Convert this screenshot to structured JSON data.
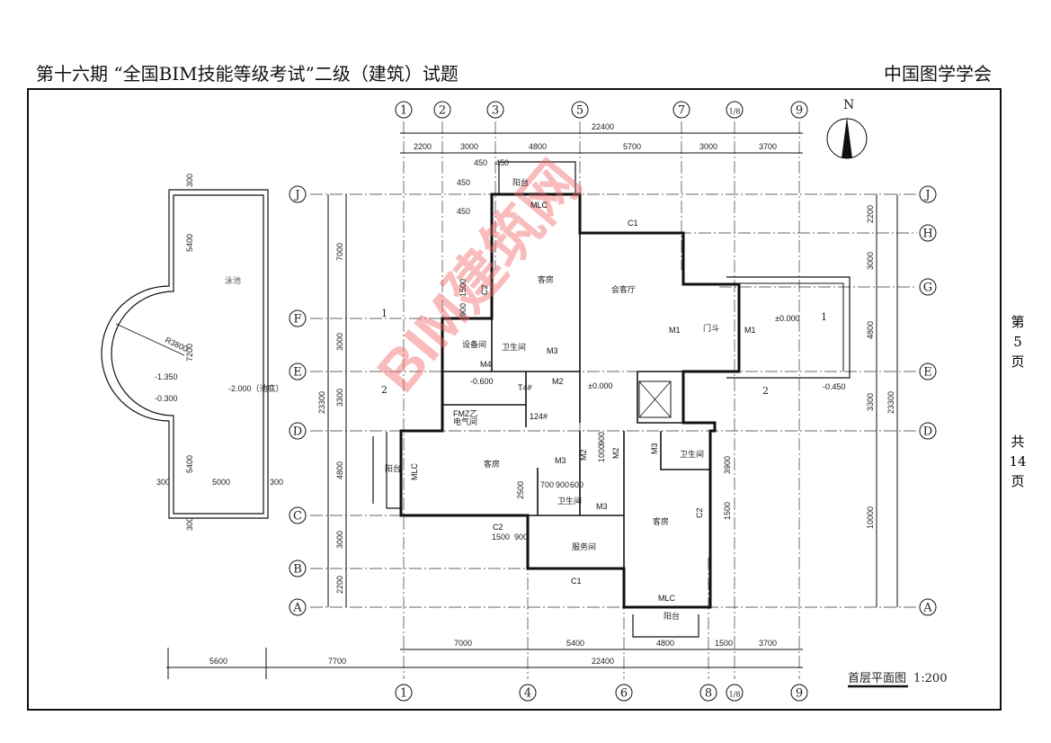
{
  "header": {
    "title": "第十六期 “全国BIM技能等级考试”二级（建筑）试题",
    "organization": "中国图学学会"
  },
  "page_info": {
    "page_char": "第",
    "page_num": "5",
    "page_unit": "页",
    "total_char": "共",
    "total_num": "14",
    "total_unit": "页"
  },
  "watermark": "BIM建筑网",
  "north": "N",
  "axes": {
    "top": [
      "1",
      "2",
      "3",
      "5",
      "7",
      "1/8",
      "9"
    ],
    "bottom": [
      "1",
      "4",
      "6",
      "8",
      "1/8",
      "9"
    ],
    "left": [
      "J",
      "F",
      "E",
      "D",
      "C",
      "B",
      "A"
    ],
    "right": [
      "J",
      "H",
      "G",
      "E",
      "D",
      "A"
    ]
  },
  "dimensions": {
    "top_total": "22400",
    "top": [
      "2200",
      "3000",
      "4800",
      "5700",
      "3000",
      "3700"
    ],
    "top_detail": [
      "450",
      "450",
      "450",
      "450"
    ],
    "bottom": [
      "7000",
      "5400",
      "4800",
      "1500",
      "3700"
    ],
    "bottom_total": "22400",
    "bottom_outer": [
      "5600",
      "7700"
    ],
    "left": [
      "7000",
      "3000",
      "3300",
      "4800",
      "3000",
      "2200"
    ],
    "left_total": "23300",
    "right": [
      "2200",
      "3000",
      "4800",
      "3300",
      "10000"
    ],
    "right_total": "23300",
    "interior": [
      "1500",
      "900",
      "900",
      "1000",
      "2500",
      "700",
      "900",
      "600",
      "1500",
      "900",
      "3900",
      "1500"
    ]
  },
  "rooms": {
    "balcony_top": "阳台",
    "mlc_top": "MLC",
    "c1_top": "C1",
    "guest_top": "客房",
    "reception": "会客厅",
    "vestibule": "门斗",
    "m1_a": "M1",
    "m1_b": "M1",
    "lev_entry": "±0.000",
    "equipment": "设备间",
    "wc_top": "卫生间",
    "m3_top": "M3",
    "m4": "M4",
    "m2_hall": "M2",
    "lev_stair": "-0.600",
    "t4": "T4#",
    "lev_hall": "±0.000",
    "fmz": "FMZ乙",
    "electric": "电气间",
    "t24": "124#",
    "guest_left": "客房",
    "balcony_left": "阳台",
    "mlc_left": "MLC",
    "m3_left": "M3",
    "m2_a": "M2",
    "m2_b": "M2",
    "m2_c": "M2",
    "m3_right": "M3",
    "wc_right": "卫生间",
    "wc_mid": "卫生间",
    "m3_mid": "M3",
    "guest_right": "客房",
    "c2_right": "C2",
    "service": "服务间",
    "c1_bottom": "C1",
    "mlc_bottom": "MLC",
    "balcony_bottom": "阳台",
    "c2_bottom": "C2",
    "c2_left": "C2",
    "lev_porch": "-0.450",
    "sec1": "1",
    "sec1b": "1",
    "sec2": "2",
    "sec2b": "2"
  },
  "pool": {
    "name": "泳池",
    "radius": "R3800",
    "dims": [
      "300",
      "5400",
      "7200",
      "5400",
      "300",
      "300",
      "5000",
      "300"
    ],
    "lev_a": "-1.350",
    "lev_b": "-0.300",
    "lev_bottom": "-2.000（池底）"
  },
  "drawing_title": {
    "name": "首层平面图",
    "scale": "1:200"
  }
}
